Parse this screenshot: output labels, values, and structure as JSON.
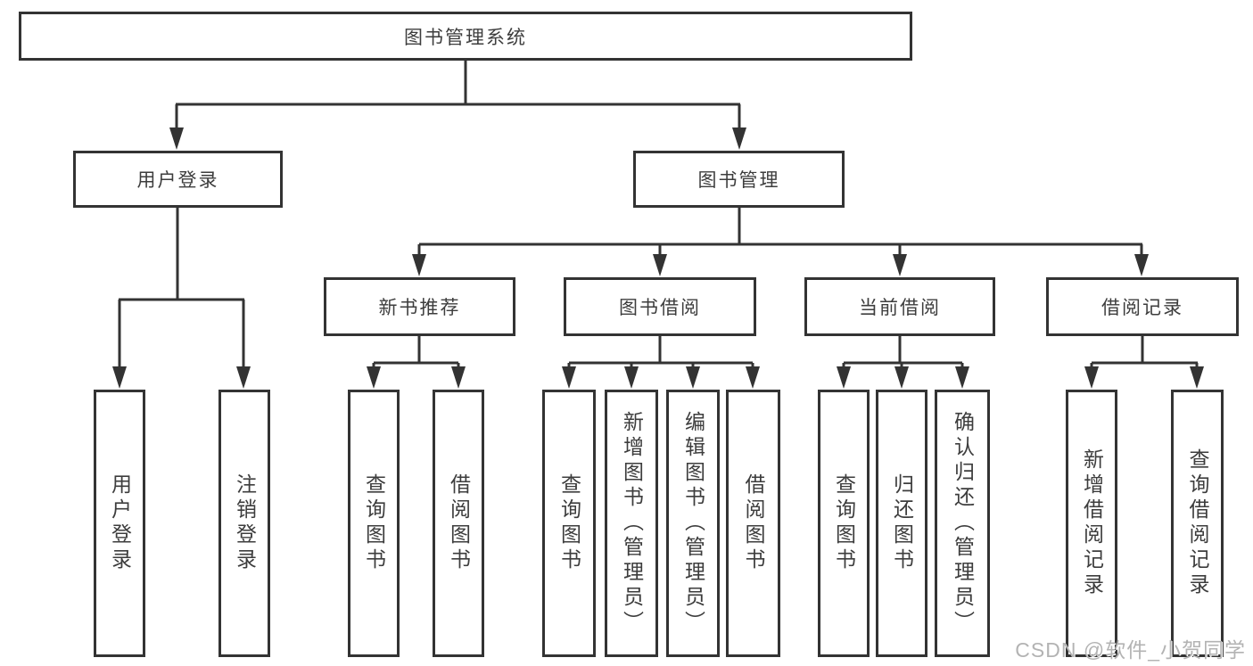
{
  "tree": {
    "root": {
      "label": "图书管理系统"
    },
    "branches": [
      {
        "label": "用户登录",
        "children": [
          {
            "label": "用户登录"
          },
          {
            "label": "注销登录"
          }
        ]
      },
      {
        "label": "图书管理",
        "children": [
          {
            "label": "新书推荐",
            "children": [
              {
                "label": "查询图书"
              },
              {
                "label": "借阅图书"
              }
            ]
          },
          {
            "label": "图书借阅",
            "children": [
              {
                "label": "查询图书"
              },
              {
                "label": "新增图书（管理员）"
              },
              {
                "label": "编辑图书（管理员）"
              },
              {
                "label": "借阅图书"
              }
            ]
          },
          {
            "label": "当前借阅",
            "children": [
              {
                "label": "查询图书"
              },
              {
                "label": "归还图书"
              },
              {
                "label": "确认归还（管理员）"
              }
            ]
          },
          {
            "label": "借阅记录",
            "children": [
              {
                "label": "新增借阅记录"
              },
              {
                "label": "查询借阅记录"
              }
            ]
          }
        ]
      }
    ]
  },
  "watermark": {
    "text": "CSDN @软件_小贺同学"
  },
  "colors": {
    "line": "#333333",
    "box_border": "#333333",
    "text": "#3d3d3d",
    "background": "#ffffff",
    "watermark": "#b3b3b3"
  }
}
